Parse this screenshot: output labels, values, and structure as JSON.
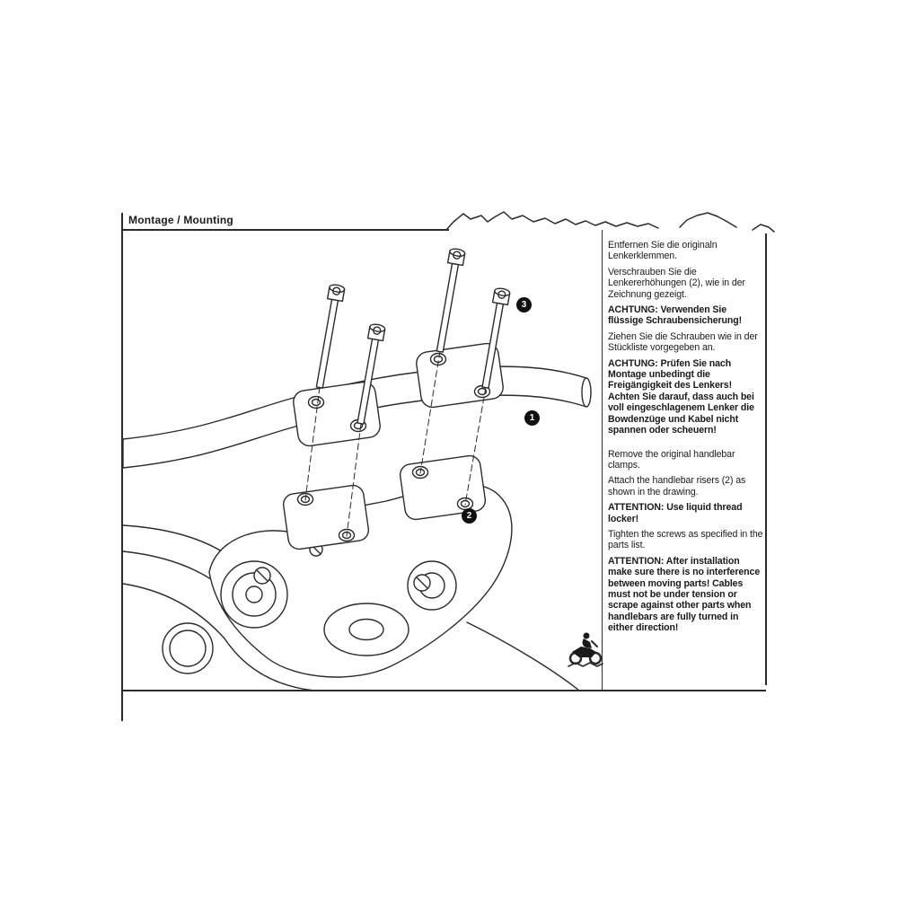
{
  "header": {
    "title": "Montage / Mounting"
  },
  "instructions": {
    "de": [
      {
        "style": "normal",
        "text": "Entfernen Sie die originaln Lenkerklemmen."
      },
      {
        "style": "normal",
        "text": "Verschrauben Sie die Lenkererhöhungen (2), wie in der Zeichnung gezeigt."
      },
      {
        "style": "bold",
        "text": "ACHTUNG: Verwenden Sie flüssige Schraubensicherung!"
      },
      {
        "style": "normal",
        "text": "Ziehen Sie die Schrauben wie in der Stückliste vorgegeben an."
      },
      {
        "style": "bold",
        "text": "ACHTUNG: Prüfen Sie nach Montage unbedingt die Freigängigkeit des Lenkers! Achten Sie darauf, dass auch bei voll eingeschlagenem Lenker die Bowdenzüge und Kabel nicht spannen oder scheuern!"
      }
    ],
    "en": [
      {
        "style": "normal",
        "text": "Remove the original handlebar clamps."
      },
      {
        "style": "normal",
        "text": "Attach the handlebar risers (2) as shown in the drawing."
      },
      {
        "style": "bold",
        "text": "ATTENTION: Use liquid thread locker!"
      },
      {
        "style": "normal",
        "text": "Tighten the screws as specified in the parts list."
      },
      {
        "style": "bold",
        "text": "ATTENTION: After installation make sure there is no interference between moving parts! Cables must not be under tension or scrape against other parts when handlebars are fully turned in either direction!"
      }
    ]
  },
  "callouts": {
    "bar_clamp": "1",
    "riser": "2",
    "bolt": "3"
  },
  "icons": {
    "bottom_mark": "motorcycle-rider-icon"
  },
  "colors": {
    "line": "#2b2b2b",
    "callout_bg": "#101010",
    "callout_text": "#ffffff"
  }
}
